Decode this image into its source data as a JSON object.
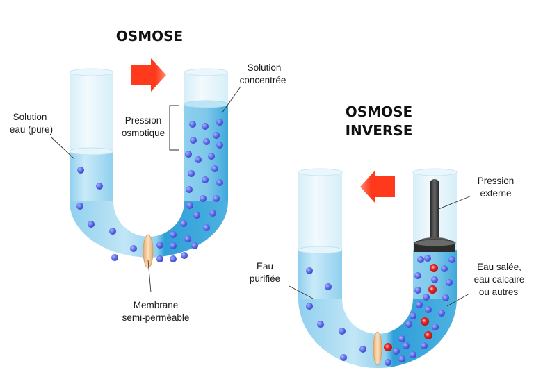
{
  "osmose": {
    "title": "OSMOSE",
    "labels": {
      "pure_solution_line1": "Solution",
      "pure_solution_line2": "eau (pure)",
      "concentrated_line1": "Solution",
      "concentrated_line2": "concentrée",
      "pressure_line1": "Pression",
      "pressure_line2": "osmotique",
      "membrane_line1": "Membrane",
      "membrane_line2": "semi-perméable"
    },
    "arrow_direction": "right"
  },
  "osmose_inverse": {
    "title_line1": "OSMOSE",
    "title_line2": "INVERSE",
    "labels": {
      "external_pressure_line1": "Pression",
      "external_pressure_line2": "externe",
      "purified_line1": "Eau",
      "purified_line2": "purifiée",
      "salty_line1": "Eau salée,",
      "salty_line2": "eau calcaire",
      "salty_line3": "ou autres"
    },
    "arrow_direction": "left"
  },
  "colors": {
    "water_light": "#cdebf7",
    "water_dark": "#4fb3e0",
    "molecule": "#5b6ae8",
    "impurity": "#d81e1e",
    "arrow": "#ff3a1c",
    "piston": "#333333",
    "membrane": "#f3c48a"
  }
}
